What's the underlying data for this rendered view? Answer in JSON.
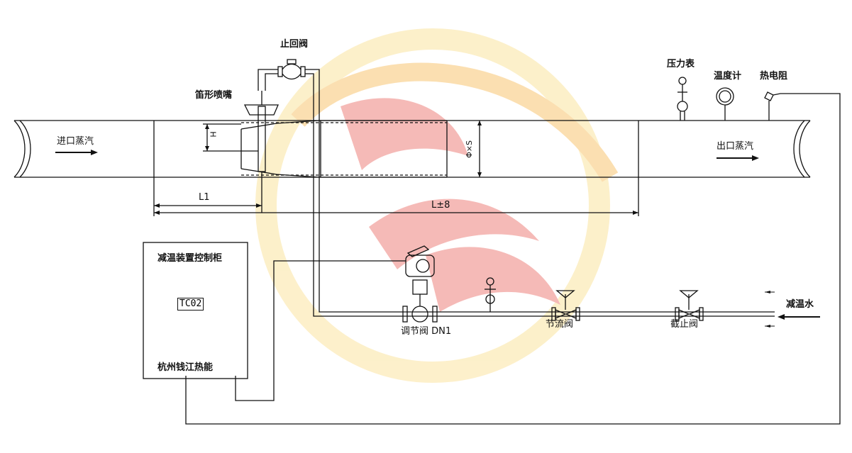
{
  "labels": {
    "check_valve": "止回阀",
    "flute_nozzle": "笛形喷嘴",
    "steam_in": "进口蒸汽",
    "steam_out": "出口蒸汽",
    "pressure_gauge": "压力表",
    "thermometer": "温度计",
    "thermal_resistor": "热电阻",
    "h": "H",
    "phi_s": "Φ×S",
    "l1": "L1",
    "l_tol": "L±8",
    "cabinet_title": "减温装置控制柜",
    "tc": "TC02",
    "company": "杭州钱江热能",
    "control_valve": "调节阀 DN1",
    "throttle_valve": "节流阀",
    "stop_valve": "截止阀",
    "desuper_water": "减温水"
  },
  "colors": {
    "line": "#111111",
    "watermark_red": "#e33b33",
    "watermark_orange": "#f6a623",
    "watermark_yellow": "#f8d56b"
  },
  "icons": {
    "arrow_in": "right-arrow-icon",
    "arrow_out": "right-arrow-icon",
    "arrow_water": "left-arrow-icon"
  }
}
